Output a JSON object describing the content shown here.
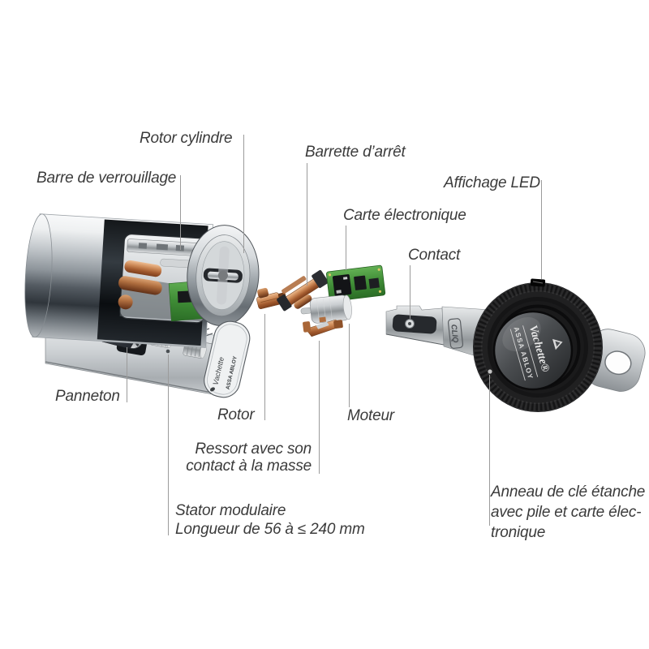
{
  "diagram": {
    "background": "#ffffff",
    "labels": {
      "rotor_cylindre": "Rotor cylindre",
      "barre_de_verrouillage": "Barre de verrouillage",
      "barrette_arret": "Barrette d’arrêt",
      "affichage_led": "Affichage LED",
      "carte_electronique": "Carte électronique",
      "contact": "Contact",
      "panneton": "Panneton",
      "rotor": "Rotor",
      "ressort_line1": "Ressort avec son",
      "ressort_line2": "contact à la masse",
      "moteur": "Moteur",
      "stator_line1": "Stator modulaire",
      "stator_line2": "Longueur de 56 à ≤ 240 mm",
      "anneau_line1": "Anneau de clé étanche",
      "anneau_line2": "avec pile et carte élec-",
      "anneau_line3": "tronique"
    },
    "markings": {
      "cylinder_brand_line1": "Vachette",
      "cylinder_brand_line2": "ASSA ABLOY",
      "key_blade_logo": "CLIQ",
      "fob_brand_line1": "Vachette®",
      "fob_brand_line2": "ASSA ABLOY"
    },
    "colors": {
      "label_text": "#3b3b3b",
      "leader_line": "#9b9b9b",
      "copper_part": "#b06f40",
      "pcb_green": "#3f8c36",
      "fob_black": "#151516",
      "chrome_light": "#eef0f1",
      "chrome_dark": "#2f353b"
    }
  }
}
